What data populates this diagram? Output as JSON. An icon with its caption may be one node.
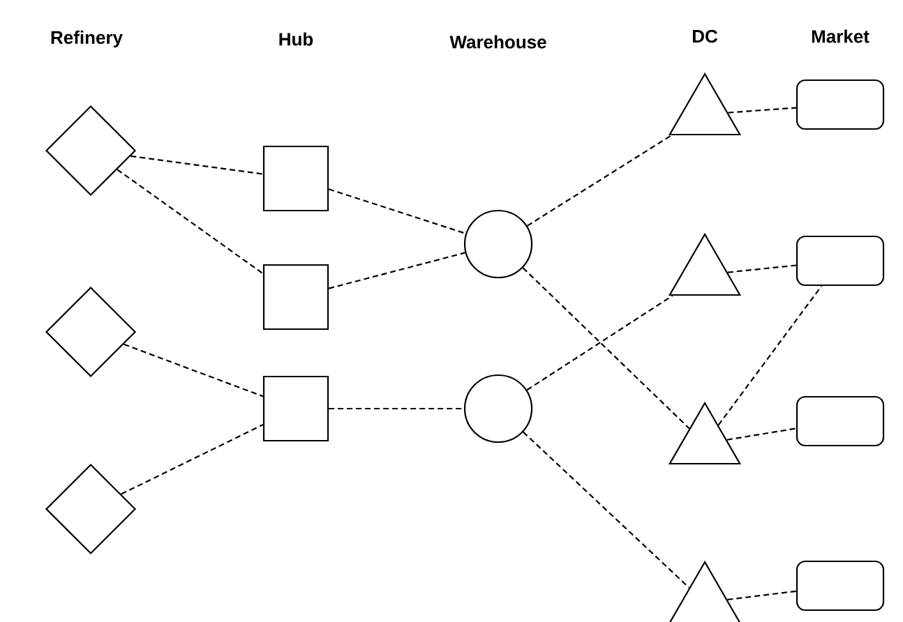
{
  "diagram": {
    "nodes": [
      {
        "text": [],
        "shape": "diamond"
      },
      {
        "text": [],
        "shape": "diamond"
      },
      {
        "text": [],
        "shape": "diamond"
      },
      {
        "text": [],
        "shape": "square"
      },
      {
        "text": [],
        "shape": "square"
      },
      {
        "text": [],
        "shape": "square"
      },
      {
        "text": [],
        "shape": "circle"
      },
      {
        "text": [],
        "shape": "circle"
      },
      {
        "text": [],
        "shape": "triangle"
      },
      {
        "text": [],
        "shape": "triangle"
      },
      {
        "text": [],
        "shape": "triangle"
      },
      {
        "text": [],
        "shape": "triangle"
      },
      {
        "text": [],
        "shape": "box"
      },
      {
        "text": [],
        "shape": "box"
      },
      {
        "text": [],
        "shape": "box"
      },
      {
        "text": [],
        "shape": "box"
      }
    ],
    "edges": [
      {
        "from": 0,
        "to": 3,
        "arrow": "none",
        "style": "dashed"
      },
      {
        "from": 0,
        "to": 4,
        "arrow": "none",
        "style": "dashed"
      },
      {
        "from": 1,
        "to": 5,
        "arrow": "none",
        "style": "dashed"
      },
      {
        "from": 2,
        "to": 5,
        "arrow": "none",
        "style": "dashed"
      },
      {
        "from": 3,
        "to": 6,
        "arrow": "none",
        "style": "dashed"
      },
      {
        "from": 4,
        "to": 6,
        "arrow": "none",
        "style": "dashed"
      },
      {
        "from": 5,
        "to": 7,
        "arrow": "none",
        "style": "dashed"
      },
      {
        "from": 6,
        "to": 8,
        "arrow": "none",
        "style": "dashed"
      },
      {
        "from": 6,
        "to": 10,
        "arrow": "none",
        "style": "dashed"
      },
      {
        "from": 7,
        "to": 9,
        "arrow": "none",
        "style": "dashed"
      },
      {
        "from": 7,
        "to": 11,
        "arrow": "none",
        "style": "dashed"
      },
      {
        "from": 8,
        "to": 12,
        "arrow": "none",
        "style": "dashed"
      },
      {
        "from": 9,
        "to": 13,
        "arrow": "none",
        "style": "dashed"
      },
      {
        "from": 10,
        "to": 13,
        "arrow": "none",
        "style": "dashed"
      },
      {
        "from": 10,
        "to": 14,
        "arrow": "none",
        "style": "dashed"
      },
      {
        "from": 11,
        "to": 15,
        "arrow": "none",
        "style": "dashed"
      }
    ],
    "labels": [
      "Refinery",
      "Hub",
      "Warehouse",
      "DC",
      "Market"
    ]
  }
}
